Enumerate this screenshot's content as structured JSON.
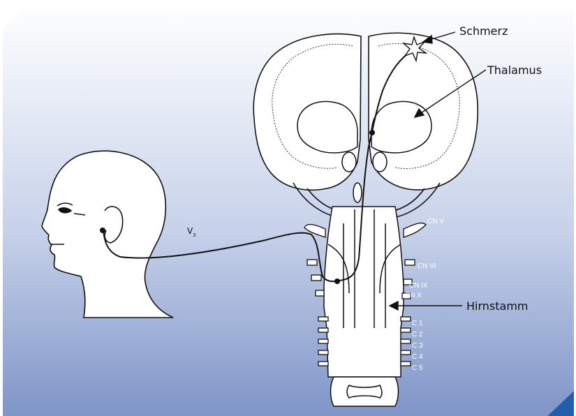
{
  "labels": {
    "pain": "Schmerz",
    "thalamus": "Thalamus",
    "brainstem": "Hirnstamm",
    "nerve": "V",
    "nerve_sub": "3"
  },
  "cranial_nerves": [
    "CN V",
    "CN VI",
    "CN IX",
    "CN X"
  ],
  "cervical": [
    "C 1",
    "C 2",
    "C 3",
    "C 4",
    "C 5"
  ],
  "colors": {
    "panel_top": "#ffffff",
    "panel_bottom": "#7f95c8",
    "accent": "#1f5fae",
    "line": "#111111"
  },
  "icons": [
    "pain-star-icon"
  ]
}
